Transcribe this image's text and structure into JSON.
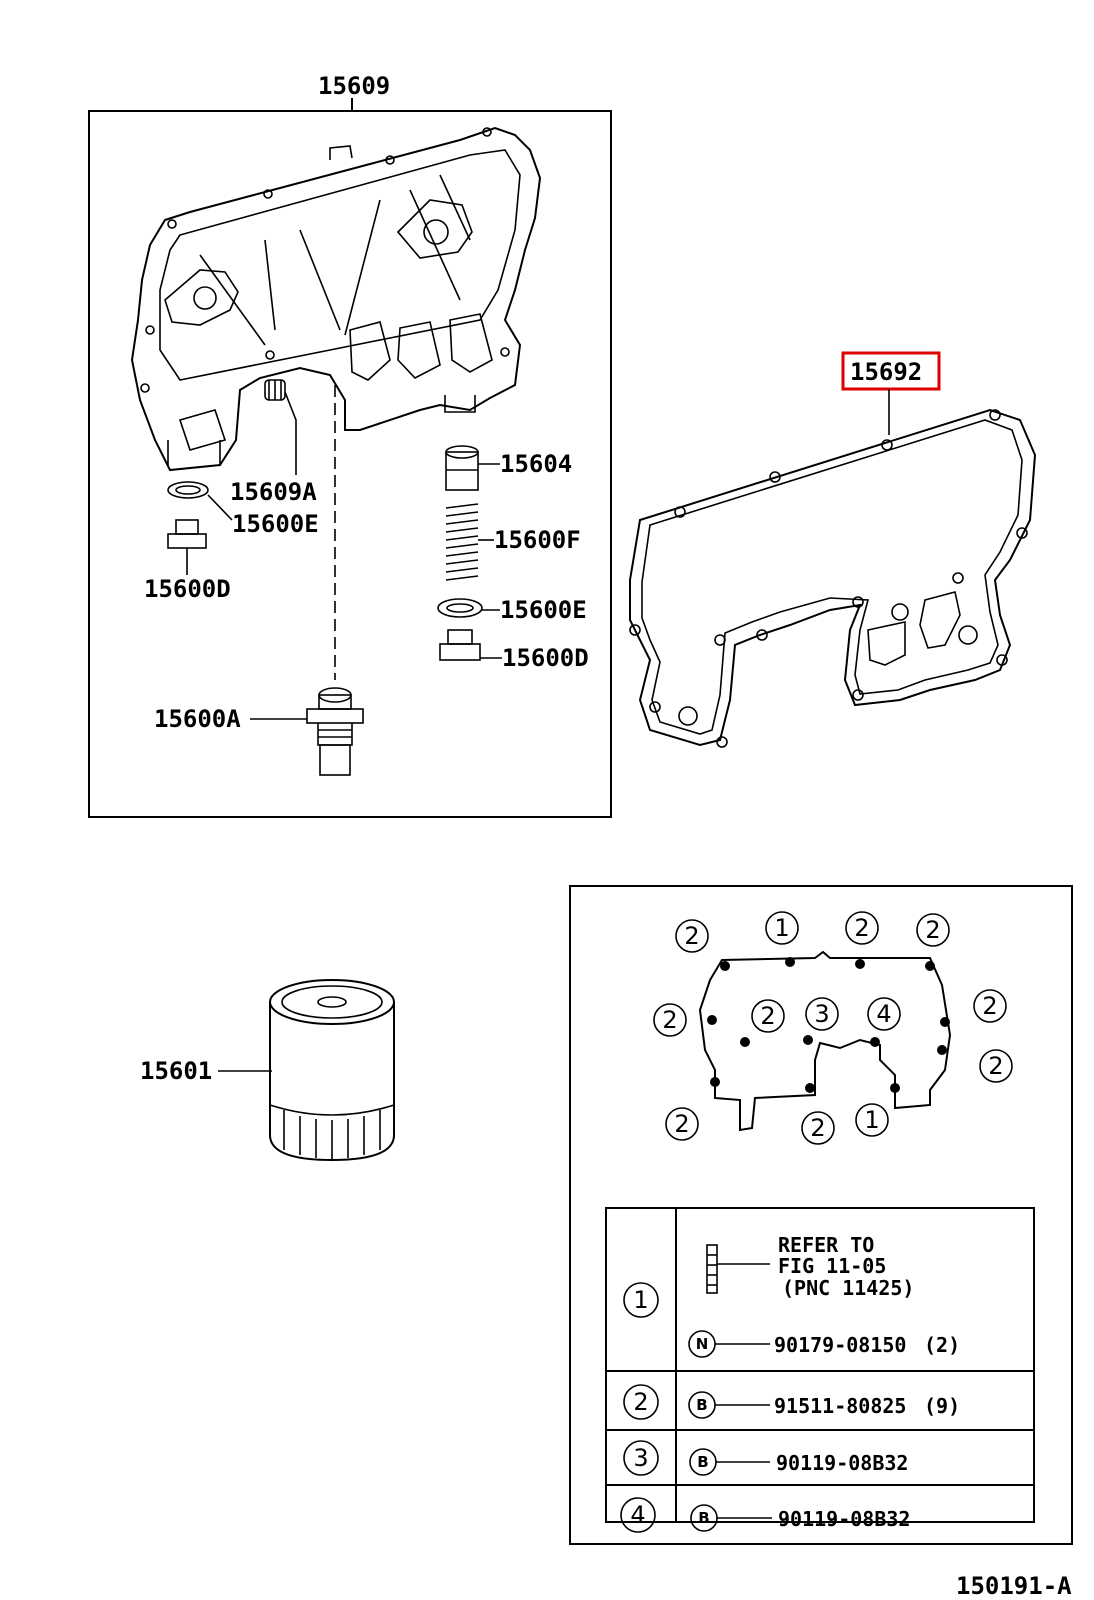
{
  "labels": {
    "housing": "15609",
    "gasket": "15692",
    "oil_filter": "15601",
    "plug_15609a": "15609A",
    "seal_left": "15600E",
    "plug_left": "15600D",
    "valve_15604": "15604",
    "spring": "15600F",
    "seal_right": "15600E",
    "plug_right": "15600D",
    "union_bolt": "15600A",
    "figure_id": "150191-A"
  },
  "highlight_color": "#e00000",
  "bolt_pattern_numbers": [
    "1",
    "2",
    "3",
    "4"
  ],
  "legend": {
    "rows": [
      {
        "num": "1",
        "refer_text": [
          "REFER TO",
          "FIG 11-05",
          "(PNC 11425)"
        ],
        "prefix": "N",
        "part": "90179-08150",
        "qty": "(2)"
      },
      {
        "num": "2",
        "prefix": "B",
        "part": "91511-80825",
        "qty": "(9)"
      },
      {
        "num": "3",
        "prefix": "B",
        "part": "90119-08B32",
        "qty": ""
      },
      {
        "num": "4",
        "prefix": "B",
        "part": "90119-08B32",
        "qty": ""
      }
    ]
  }
}
